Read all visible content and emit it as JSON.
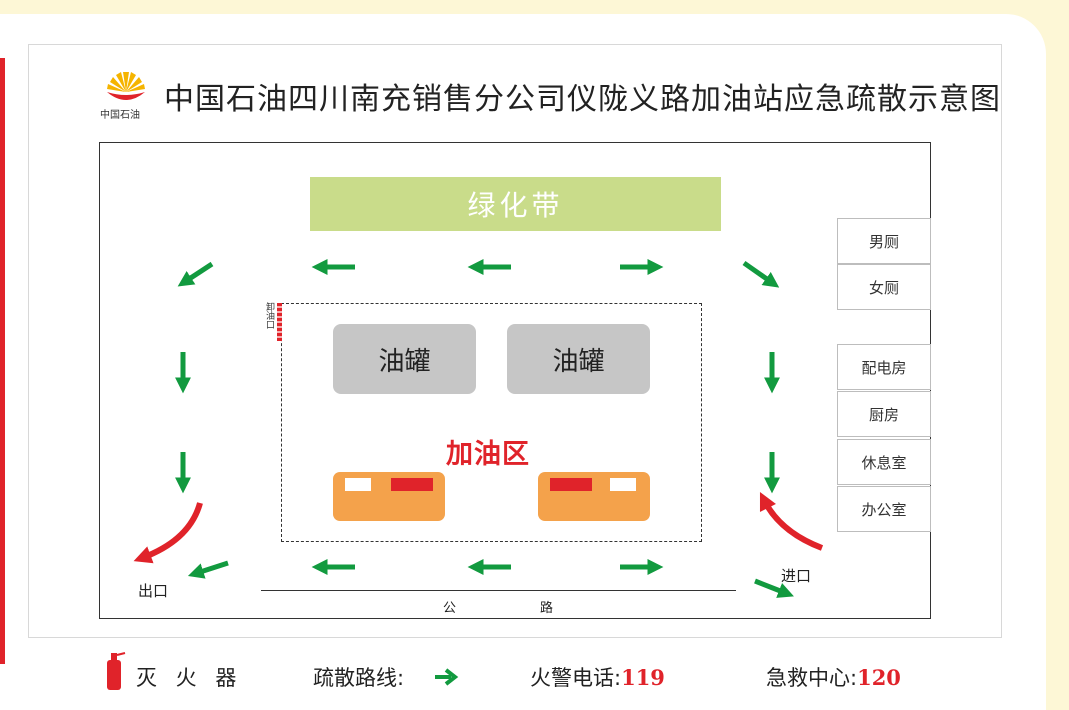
{
  "title": "中国石油四川南充销售分公司仪陇义路加油站应急疏散示意图",
  "logo_text": "中国石油",
  "green_belt": "绿化带",
  "rooms": [
    "男厕",
    "女厕",
    "配电房",
    "厨房",
    "休息室",
    "办公室"
  ],
  "tanks": [
    "油罐",
    "油罐"
  ],
  "fuel_zone": "加油区",
  "unload_port": "卸油口",
  "exit": "出口",
  "entrance": "进口",
  "road": [
    "公",
    "路"
  ],
  "legend": {
    "extinguisher": "灭 火 器",
    "route_label": "疏散路线:",
    "fire_label": "火警电话:",
    "fire_number": "119",
    "aid_label": "急救中心:",
    "aid_number": "120"
  },
  "colors": {
    "arrow_green": "#129a3f",
    "accent_red": "#e0232a",
    "belt_green": "#c9dc8a",
    "island_orange": "#f4a24b",
    "tank_gray": "#c6c6c6",
    "logo_yellow": "#f5b400"
  },
  "icons": [
    "cnpc-logo-icon",
    "fire-extinguisher-icon",
    "evacuation-arrow-icon",
    "curved-exit-arrow-icon"
  ]
}
